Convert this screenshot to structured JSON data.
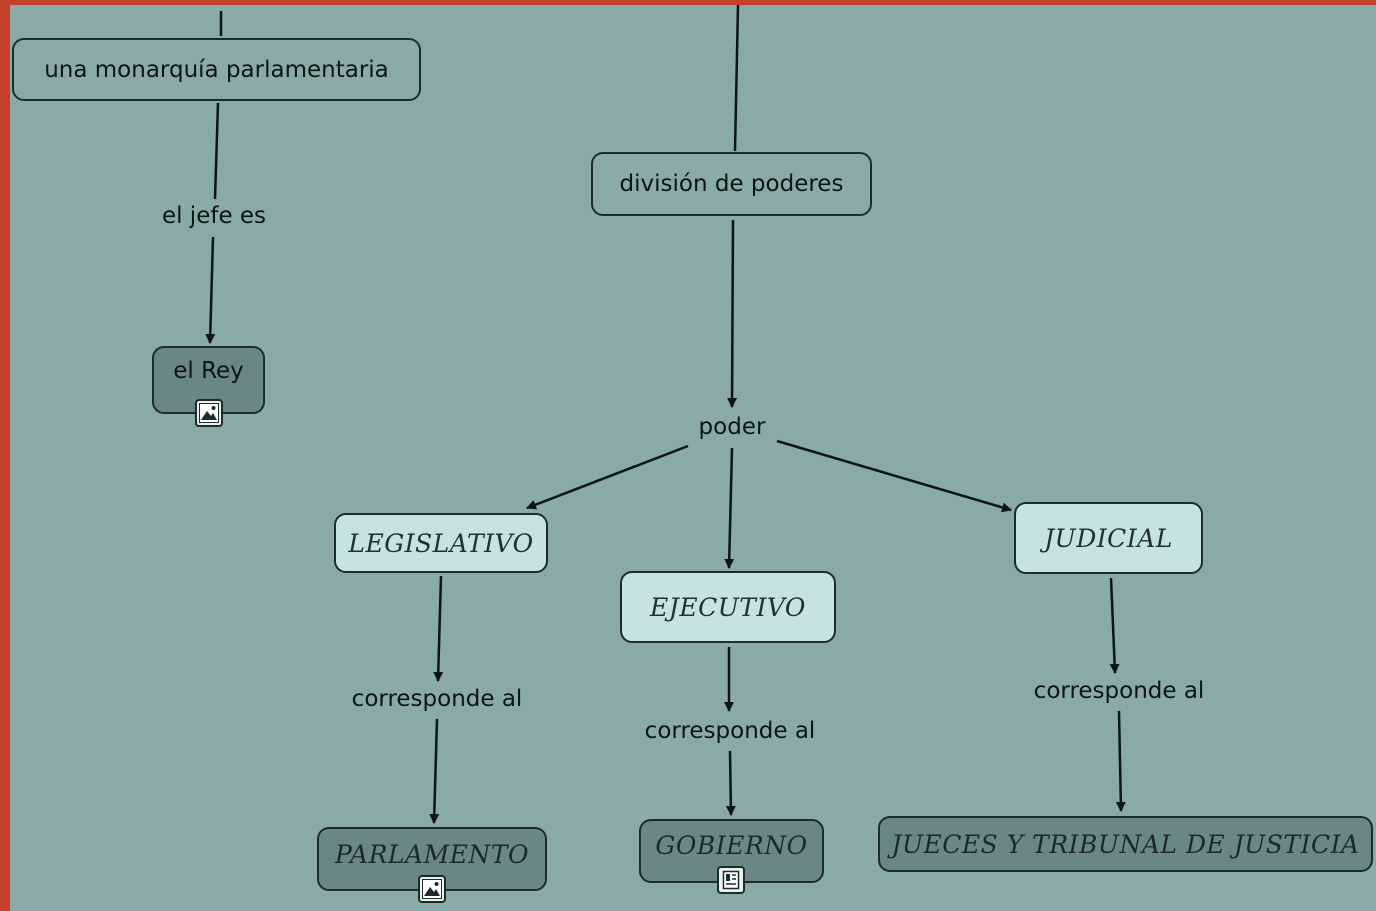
{
  "nodes": {
    "monarquia": "una monarquía parlamentaria",
    "rey": "el Rey",
    "division": "división de poderes",
    "legislativo": "LEGISLATIVO",
    "ejecutivo": "EJECUTIVO",
    "judicial": "JUDICIAL",
    "parlamento": "PARLAMENTO",
    "gobierno": "GOBIERNO",
    "jueces": "JUECES Y TRIBUNAL DE JUSTICIA"
  },
  "links": {
    "jefe": "el jefe es",
    "poder": "poder",
    "corresponde_leg": "corresponde al",
    "corresponde_eje": "corresponde al",
    "corresponde_jud": "corresponde al"
  },
  "icons": {
    "rey": "image-icon",
    "parlamento": "image-icon",
    "gobierno": "document-icon"
  },
  "colors": {
    "background": "#8aaaaa",
    "frame": "#c4402a",
    "node_dark": "#6b8686",
    "node_light": "#c7e2e2",
    "stroke": "#1e2b2b"
  }
}
